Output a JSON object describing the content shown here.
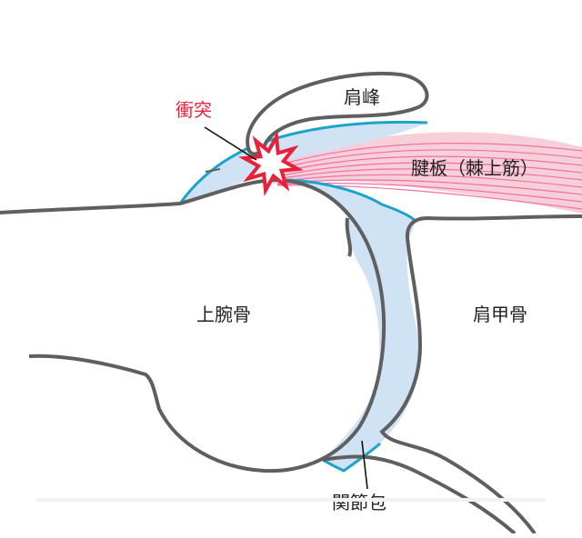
{
  "labels": {
    "acromion": "肩峰",
    "impingement": "衝突",
    "tendon": "腱板（棘上筋）",
    "humerus": "上腕骨",
    "scapula": "肩甲骨",
    "capsule": "関節包"
  },
  "colors": {
    "bone_outline": "#5f5f61",
    "capsule_fill": "#cfe3f5",
    "capsule_outline": "#1ea3c8",
    "tendon_fill": "#f7cfd8",
    "tendon_fiber": "#ee6fa8",
    "impingement": "#e8203a",
    "text": "#222222"
  }
}
